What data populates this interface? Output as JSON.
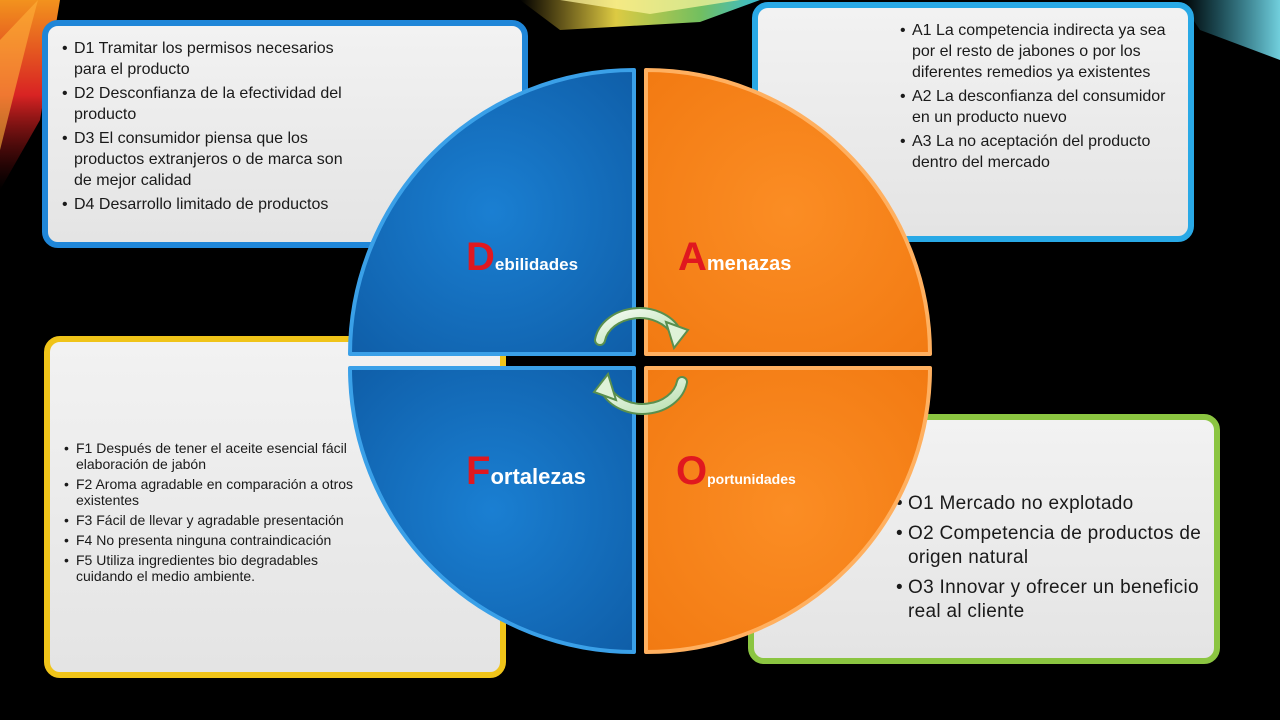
{
  "swot": {
    "debilidades": {
      "initial": "D",
      "rest": "ebilidades",
      "items": [
        "D1 Tramitar los permisos necesarios para el producto",
        "D2 Desconfianza de la efectividad del producto",
        "D3 El consumidor piensa que los productos extranjeros o de marca son de mejor calidad",
        "D4 Desarrollo limitado de productos"
      ]
    },
    "amenazas": {
      "initial": "A",
      "rest": "menazas",
      "items": [
        "A1 La competencia indirecta ya sea por el resto de jabones o por los diferentes remedios ya existentes",
        "A2 La desconfianza del consumidor en un producto nuevo",
        "A3 La no aceptación del producto dentro del mercado"
      ]
    },
    "fortalezas": {
      "initial": "F",
      "rest": "ortalezas",
      "items": [
        "F1 Después de tener el aceite esencial fácil elaboración de jabón",
        "F2 Aroma agradable en comparación a otros existentes",
        "F3 Fácil de llevar y agradable presentación",
        "F4 No presenta ninguna contraindicación",
        "F5 Utiliza ingredientes bio degradables cuidando el medio ambiente."
      ]
    },
    "oportunidades": {
      "initial": "O",
      "rest": "portunidades",
      "items": [
        "O1 Mercado no explotado",
        "O2 Competencia de productos de origen natural",
        "O3 Innovar y ofrecer un beneficio real al cliente"
      ]
    }
  },
  "colors": {
    "background": "#000000",
    "debilidades": "#1670c0",
    "amenazas": "#f7841e",
    "fortalezas": "#1670c0",
    "oportunidades": "#f7841e",
    "initial_letter": "#e0181f",
    "label_text": "#ffffff",
    "border_d": "#1f86d8",
    "border_a": "#29a9e6",
    "border_f": "#f0c419",
    "border_o": "#8bc541"
  },
  "icons": {
    "center": "cycle-arrows-icon"
  }
}
